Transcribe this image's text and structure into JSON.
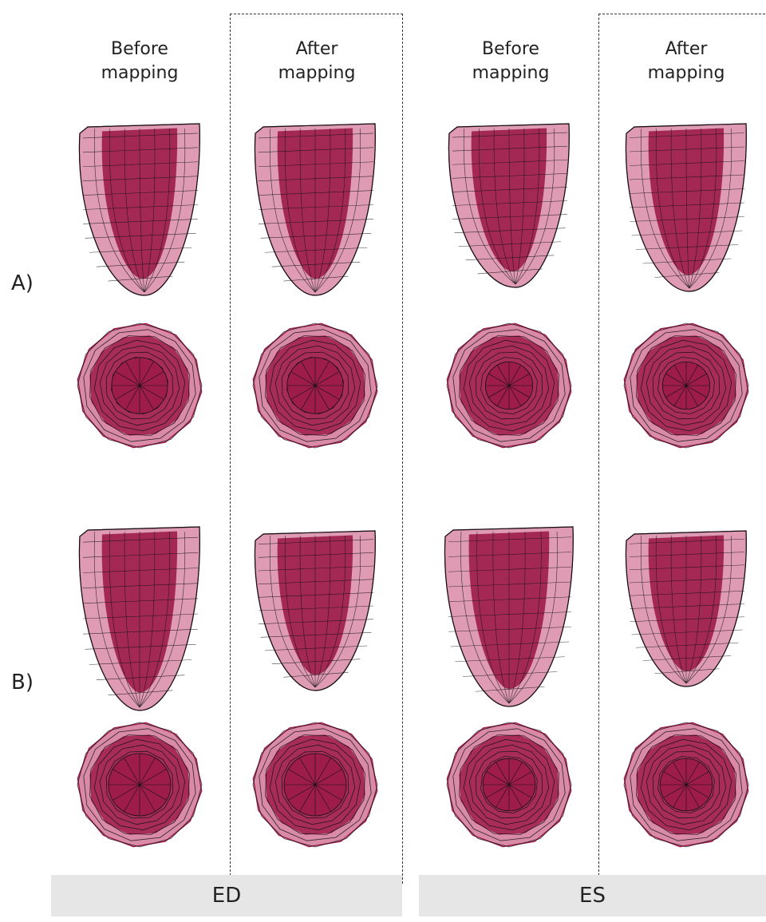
{
  "columns": [
    {
      "line1": "Before",
      "line2": "mapping"
    },
    {
      "line1": "After",
      "line2": "mapping"
    },
    {
      "line1": "Before",
      "line2": "mapping"
    },
    {
      "line1": "After",
      "line2": "mapping"
    }
  ],
  "rows": [
    {
      "label": "A)"
    },
    {
      "label": "B)"
    }
  ],
  "groups": [
    {
      "label": "ED"
    },
    {
      "label": "ES"
    }
  ],
  "colors": {
    "surface": "#9e1c4a",
    "surface_light": "#d98aa6",
    "wire": "#111111",
    "bar": "#e6e6e6"
  }
}
